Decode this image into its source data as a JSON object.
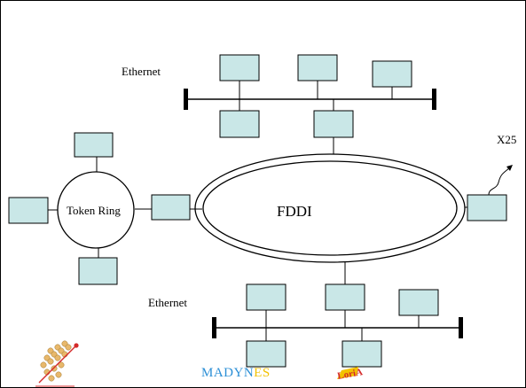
{
  "labels": {
    "ethernet_top": "Ethernet",
    "ethernet_bottom": "Ethernet",
    "token_ring": "Token Ring",
    "fddi": "FDDI",
    "x25": "X25"
  },
  "logos": {
    "madynes": "MADYNES",
    "loria": "LORIA"
  },
  "colors": {
    "node_fill": "#c9e7e7",
    "stroke": "#000000",
    "madynes_blue": "#2b8fd6",
    "madynes_yellow": "#f2c200",
    "loria_red": "#d42a2a"
  }
}
